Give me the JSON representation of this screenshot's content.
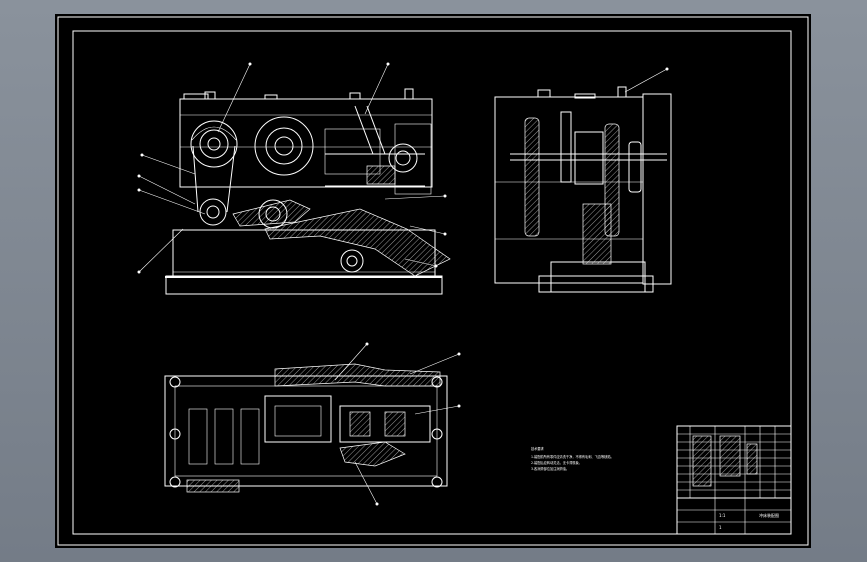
{
  "drawing": {
    "balloons": [
      "",
      "",
      "",
      "",
      "",
      "",
      "",
      "",
      "",
      "",
      "",
      "",
      "",
      ""
    ]
  },
  "notes": {
    "title": "技术要求",
    "lines": [
      "1.装配前所有零件应清洗干净，不得有毛刺、飞边等缺陷。",
      "2.装配后应转动灵活，无卡滞现象。",
      "3.各润滑部位加注润滑油。"
    ]
  },
  "title_block": {
    "drawing_name": "冲床装配图",
    "scale": "1:1",
    "sheet": "1"
  },
  "colors": {
    "background": "#000000",
    "line": "#ffffff",
    "viewport": "#7f8792"
  }
}
